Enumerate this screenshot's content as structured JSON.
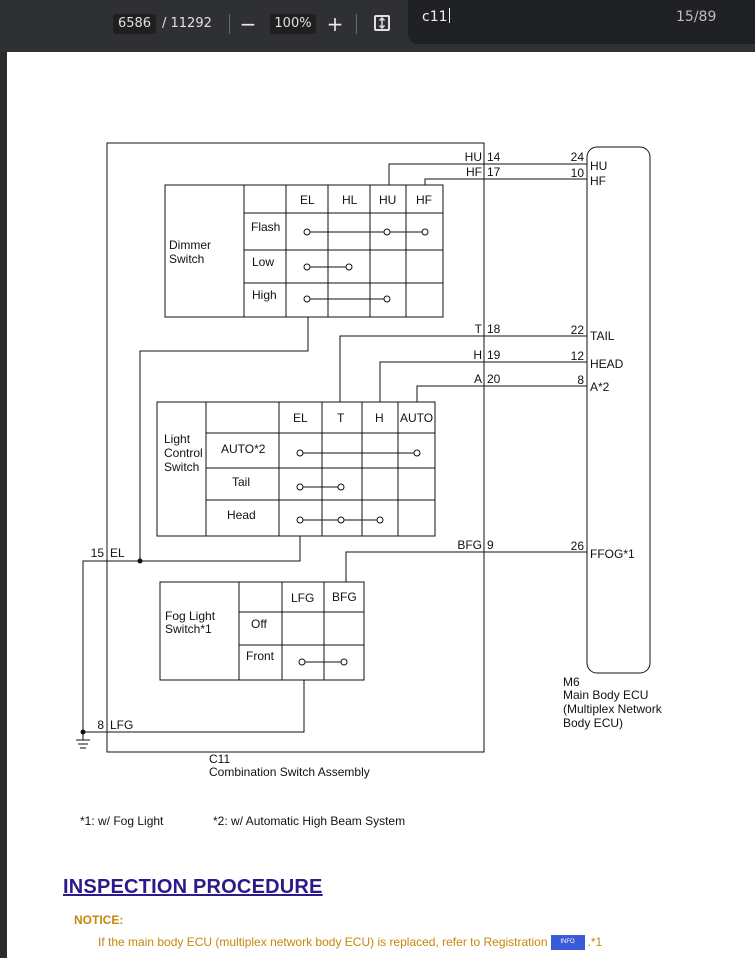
{
  "toolbar": {
    "current_page": "6586",
    "total_pages": "/ 11292",
    "zoom_out_icon": "minus-icon",
    "zoom": "100%",
    "zoom_in_icon": "plus-icon",
    "fit_icon": "fit-page-icon"
  },
  "find": {
    "query": "c11",
    "count": "15/89"
  },
  "diagram": {
    "dimmer": {
      "label1": "Dimmer",
      "label2": "Switch",
      "headers": [
        "EL",
        "HL",
        "HU",
        "HF"
      ],
      "rows": [
        "Flash",
        "Low",
        "High"
      ]
    },
    "light": {
      "label1": "Light",
      "label2": "Control",
      "label3": "Switch",
      "headers": [
        "EL",
        "T",
        "H",
        "AUTO"
      ],
      "rows": [
        "AUTO*2",
        "Tail",
        "Head"
      ]
    },
    "fog": {
      "label1": "Fog Light",
      "label2": "Switch*1",
      "headers": [
        "LFG",
        "BFG"
      ],
      "rows": [
        "Off",
        "Front"
      ]
    },
    "c11_pins": [
      {
        "name": "HU",
        "num": "14"
      },
      {
        "name": "HF",
        "num": "17"
      },
      {
        "name": "T",
        "num": "18"
      },
      {
        "name": "H",
        "num": "19"
      },
      {
        "name": "A",
        "num": "20"
      },
      {
        "name": "BFG",
        "num": "9"
      }
    ],
    "m6_pins": [
      {
        "num": "24",
        "name": "HU"
      },
      {
        "num": "10",
        "name": "HF"
      },
      {
        "num": "22",
        "name": "TAIL"
      },
      {
        "num": "12",
        "name": "HEAD"
      },
      {
        "num": "8",
        "name": "A*2"
      },
      {
        "num": "26",
        "name": "FFOG*1"
      }
    ],
    "left_pins": [
      {
        "num": "15",
        "name": "EL"
      },
      {
        "num": "8",
        "name": "LFG"
      }
    ],
    "c11_label1": "C11",
    "c11_label2": "Combination Switch Assembly",
    "m6_label1": "M6",
    "m6_label2": "Main Body ECU",
    "m6_label3": "(Multiplex Network",
    "m6_label4": "Body ECU)",
    "footnote1": "*1: w/ Fog Light",
    "footnote2": "*2: w/ Automatic High Beam System"
  },
  "content": {
    "heading": "INSPECTION PROCEDURE",
    "notice_label": "NOTICE:",
    "notice_text": "If the main body ECU (multiplex network body ECU) is replaced, refer to Registration",
    "info_badge": "INFO",
    "notice_suffix": ".*1"
  }
}
